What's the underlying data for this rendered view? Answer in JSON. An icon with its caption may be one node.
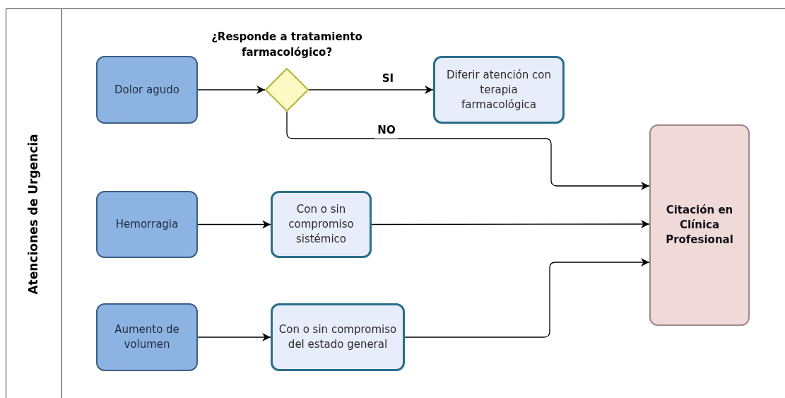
{
  "diagram": {
    "nodes": [
      {
        "text": [
          "Atenciones de Urgencia"
        ]
      },
      {
        "text": [
          "Dolor agudo"
        ],
        "in": 0
      },
      {
        "text": [
          "¿Responde a tratamiento farmacológico?"
        ],
        "in": 0
      },
      {
        "text": [
          "Diferir atención con terapia farmacológica"
        ],
        "in": 0
      },
      {
        "text": [
          "Citación en Clínica Profesional"
        ],
        "in": 0
      },
      {
        "text": [
          "Hemorragia"
        ],
        "in": 0
      },
      {
        "text": [
          "Con o sin compromiso sistémico"
        ],
        "in": 0
      },
      {
        "text": [
          "Aumento de volumen"
        ],
        "in": 0
      },
      {
        "text": [
          "Con o sin compromiso del estado general"
        ],
        "in": 0
      }
    ],
    "edges": [
      {
        "from": 1,
        "to": 2,
        "arrow": "to"
      },
      {
        "from": 2,
        "to": 3,
        "arrow": "to",
        "label": "SI"
      },
      {
        "from": 2,
        "to": 4,
        "arrow": "to",
        "label": "NO"
      },
      {
        "from": 5,
        "to": 6,
        "arrow": "to"
      },
      {
        "from": 6,
        "to": 4,
        "arrow": "to"
      },
      {
        "from": 7,
        "to": 8,
        "arrow": "to"
      },
      {
        "from": 8,
        "to": 4,
        "arrow": "to"
      }
    ]
  }
}
